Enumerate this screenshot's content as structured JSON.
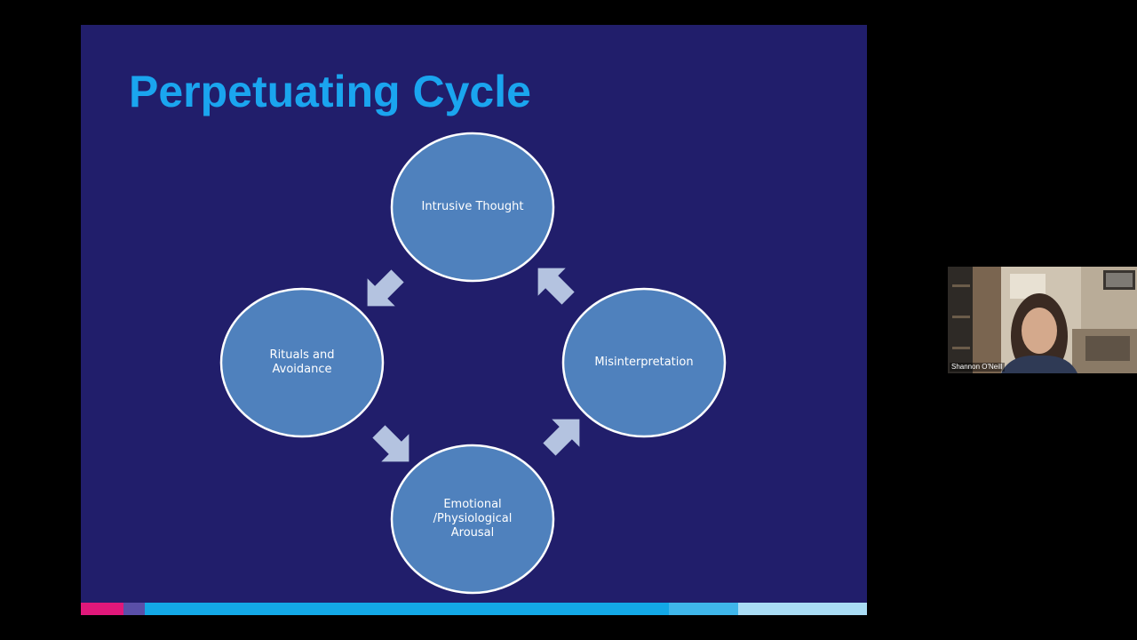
{
  "slide": {
    "title": "Perpetuating Cycle",
    "cycle_nodes": [
      {
        "id": "intrusive-thought",
        "label": "Intrusive Thought"
      },
      {
        "id": "misinterpretation",
        "label": "Misinterpretation"
      },
      {
        "id": "emotional-arousal",
        "label": "Emotional\n/Physiological\nArousal"
      },
      {
        "id": "rituals-avoidance",
        "label": "Rituals and\nAvoidance"
      }
    ],
    "colors": {
      "background": "#211e6b",
      "title": "#1aa5ef",
      "node_fill": "#4f81bd",
      "node_stroke": "#ffffff",
      "arrow": "#b4c3e0"
    }
  },
  "presenter": {
    "name": "Shannon O'Neill"
  }
}
